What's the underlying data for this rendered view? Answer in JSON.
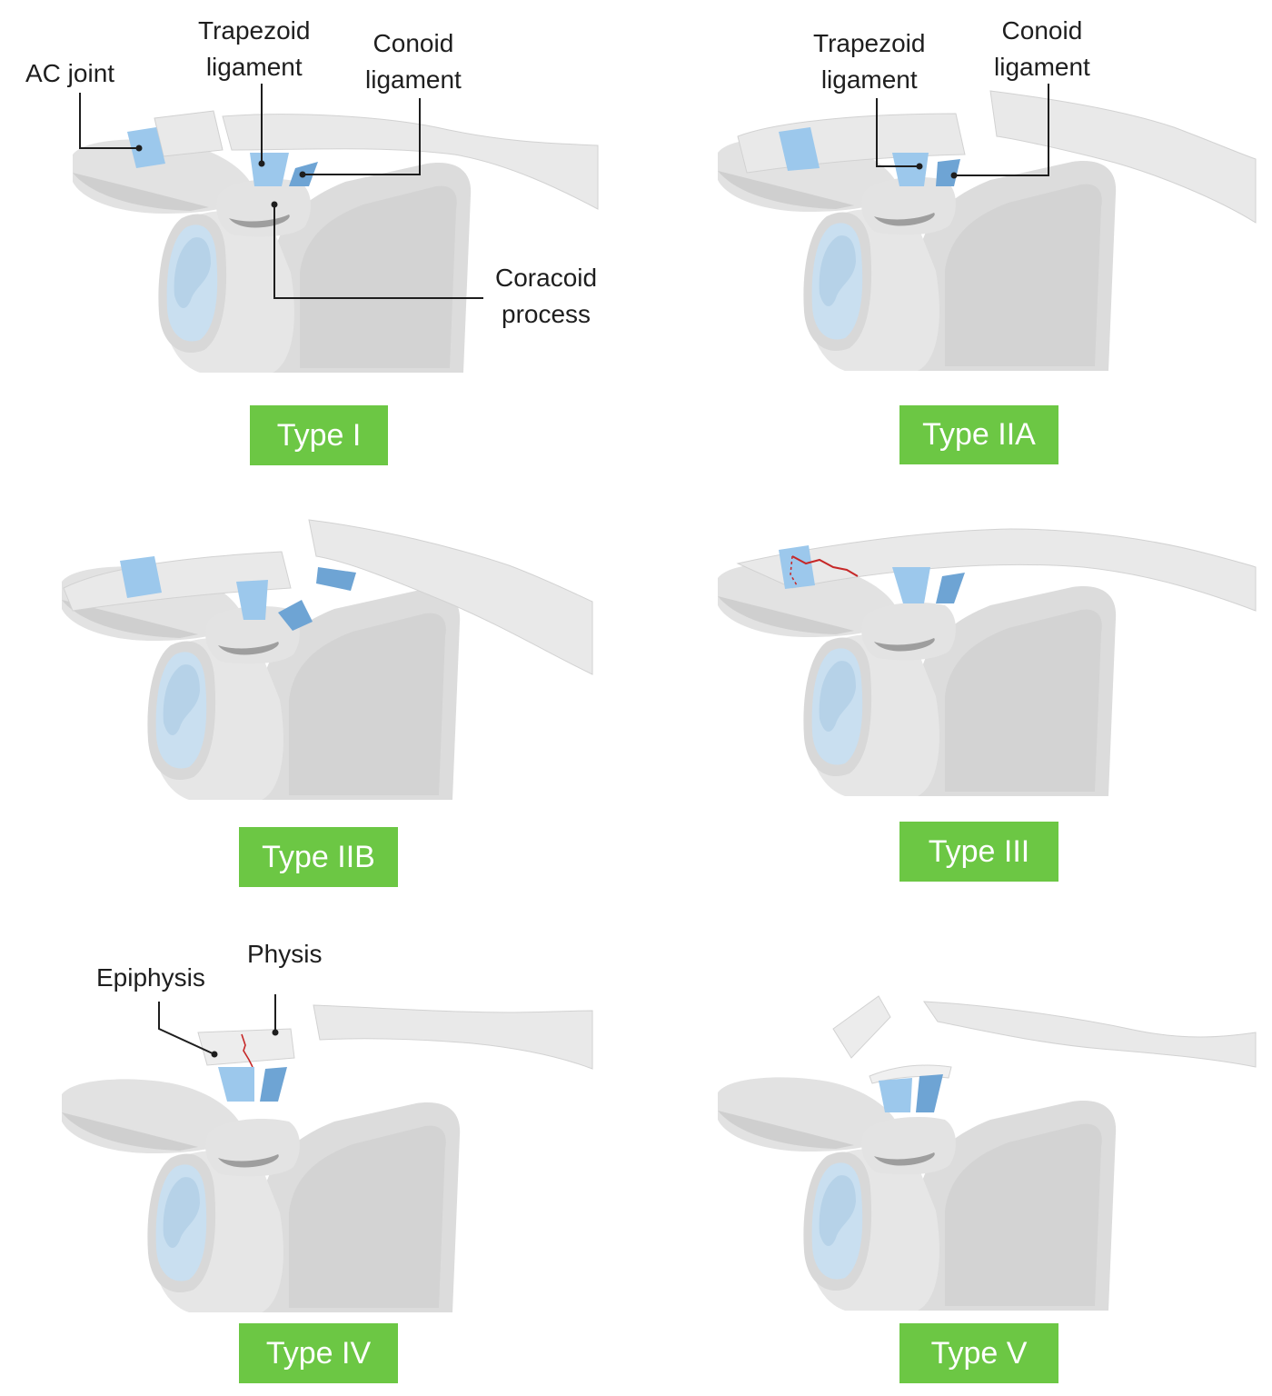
{
  "colors": {
    "bone_light": "#e9e9e9",
    "bone_mid": "#dcdcdc",
    "bone_dark": "#bdbdbd",
    "ligament_light": "#9cc8ec",
    "ligament_dark": "#6ea4d4",
    "fossa": "#c9dff0",
    "fracture": "#c62828",
    "badge": "#6cc744",
    "badge_text": "#ffffff",
    "leader": "#1e1e1e"
  },
  "labels": {
    "ac_joint": "AC joint",
    "trapezoid": [
      "Trapezoid",
      "ligament"
    ],
    "conoid": [
      "Conoid",
      "ligament"
    ],
    "coracoid": [
      "Coracoid",
      "process"
    ],
    "epiphysis": "Epiphysis",
    "physis": "Physis"
  },
  "panels": [
    {
      "id": "type-i",
      "badge": "Type I"
    },
    {
      "id": "type-iia",
      "badge": "Type IIA"
    },
    {
      "id": "type-iib",
      "badge": "Type IIB"
    },
    {
      "id": "type-iii",
      "badge": "Type III"
    },
    {
      "id": "type-iv",
      "badge": "Type IV"
    },
    {
      "id": "type-v",
      "badge": "Type V"
    }
  ]
}
